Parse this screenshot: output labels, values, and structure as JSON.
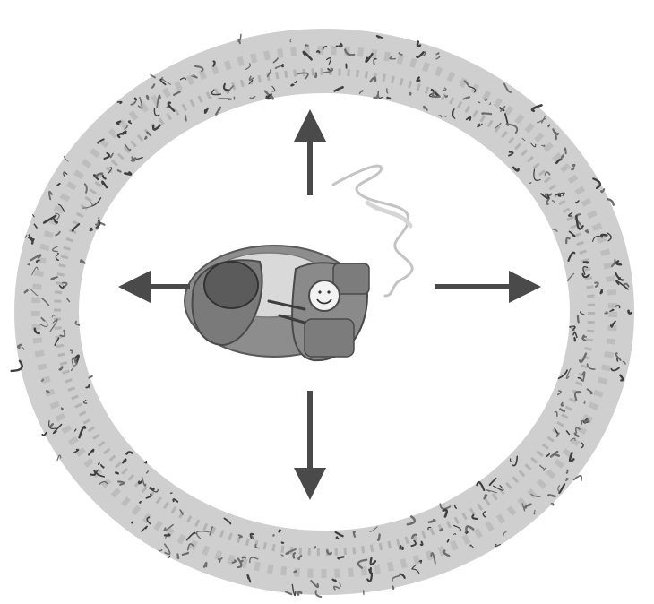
{
  "illustration": {
    "style": "grayscale pencil sketch",
    "colors": {
      "background": "#ffffff",
      "ring_fill": "#c9c9c9",
      "ring_scribble": "#6d6d6d",
      "ring_scribble_dark": "#3f3f3f",
      "arrow": "#4a4a4a",
      "figure_body": "#8d8d8d",
      "figure_shadow": "#6a6a6a",
      "figure_light": "#d9d9d9",
      "head_hair": "#5b5b5b",
      "face": "#f2f2f2",
      "smoke": "#bdbdbd"
    },
    "arrows": [
      "up",
      "right",
      "down",
      "left"
    ],
    "icons": [
      "debris-ring",
      "seated-figures",
      "smoke-wisp",
      "direction-arrows"
    ]
  }
}
